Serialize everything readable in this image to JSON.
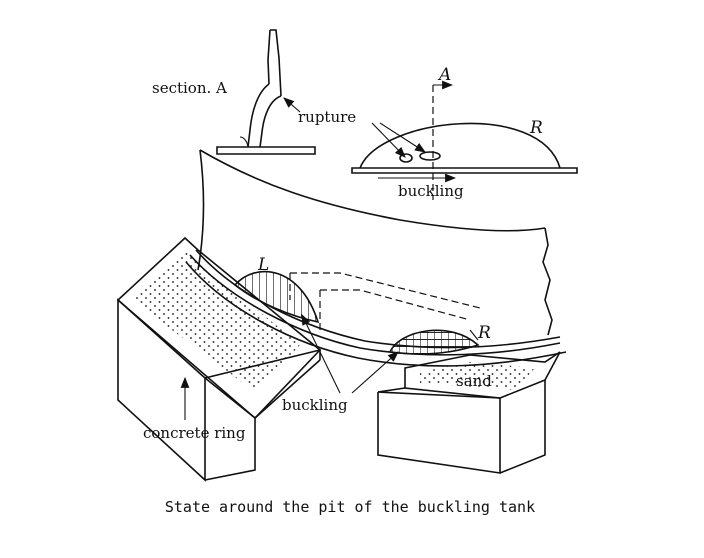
{
  "labels": {
    "section": "section. A",
    "a_marker": "A",
    "rupture": "rupture",
    "r_top": "R",
    "buckling_top": "buckling",
    "l_marker": "L",
    "r_bottom": "R",
    "sand": "sand",
    "buckling_bottom": "buckling",
    "concrete_ring": "concrete ring"
  },
  "caption": "State around the pit of the buckling tank"
}
